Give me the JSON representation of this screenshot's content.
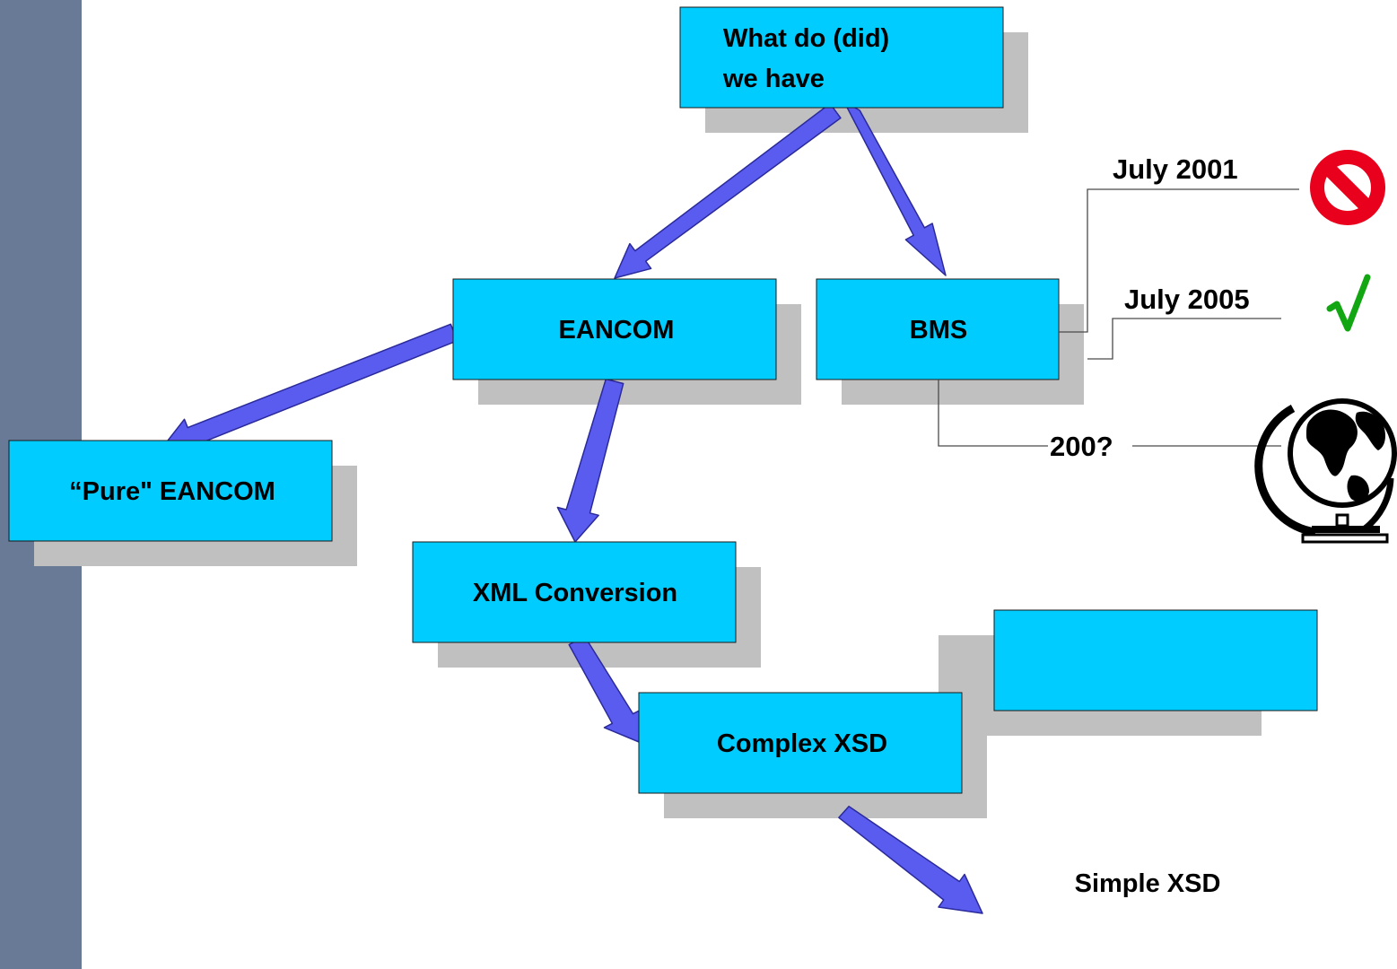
{
  "diagram": {
    "nodes": {
      "root": {
        "line1": "What do (did)",
        "line2": "we have"
      },
      "eancom": {
        "label": "EANCOM"
      },
      "bms": {
        "label": "BMS"
      },
      "pure_eancom": {
        "label": "“Pure\" EANCOM"
      },
      "xml_conversion": {
        "label": "XML Conversion"
      },
      "complex_xsd": {
        "label": "Complex XSD"
      },
      "simple_xsd": {
        "label": "Simple XSD"
      }
    },
    "timeline": {
      "july_2001": "July 2001",
      "july_2005": "July 2005",
      "future": "200?"
    },
    "status_icons": {
      "july_2001": "prohibited-icon",
      "july_2005": "check-mark-icon",
      "future": "globe-icon"
    },
    "colors": {
      "box_fill": "#00ccff",
      "shadow": "#c0c0c0",
      "arrow": "#5a5cf0",
      "side_bar": "#687a96",
      "prohibited": "#e8001c",
      "check": "#12a612"
    }
  }
}
